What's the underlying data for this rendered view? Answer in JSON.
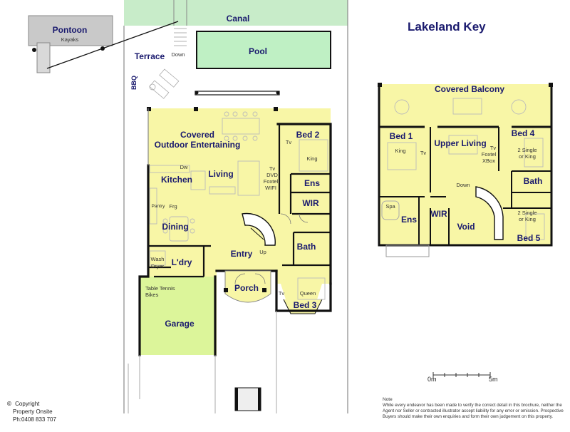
{
  "title": "Lakeland Key",
  "ground": {
    "canal": "Canal",
    "pontoon": "Pontoon",
    "kayaks": "Kayaks",
    "pool": "Pool",
    "terrace": "Terrace",
    "down": "Down",
    "bbq": "BBQ",
    "covered_outdoor": [
      "Covered",
      "Outdoor Entertaining"
    ],
    "bed2": "Bed 2",
    "bed2_tv": "Tv",
    "bed2_king": "King",
    "ens": "Ens",
    "wir": "WIR",
    "bath": "Bath",
    "kitchen": "Kitchen",
    "dw": "Dw",
    "living": "Living",
    "living_media": [
      "Tv",
      "DVD",
      "Foxtel",
      "WIFI"
    ],
    "pantry": "Pantry",
    "frg": "Frg",
    "dining": "Dining",
    "entry": "Entry",
    "up": "Up",
    "wash": "Wash",
    "dryer": "Dryer",
    "ldry": "L'dry",
    "porch": "Porch",
    "bed3": "Bed 3",
    "bed3_tv": "Tv",
    "queen": "Queen",
    "garage_notes": [
      "Table Tennis",
      "Bikes"
    ],
    "garage": "Garage"
  },
  "upper": {
    "covered_balcony": "Covered Balcony",
    "bed1": "Bed 1",
    "bed1_king": "King",
    "bed1_tv": "Tv",
    "upper_living": "Upper Living",
    "upper_media": [
      "Tv",
      "Foxtel",
      "XBox"
    ],
    "bed4": "Bed 4",
    "bed4_beds": [
      "2 Single",
      "or King"
    ],
    "bath": "Bath",
    "down": "Down",
    "spa": "Spa",
    "ens": "Ens",
    "wir": "WIR",
    "void": "Void",
    "bed5_beds": [
      "2 Single",
      "or King"
    ],
    "bed5": "Bed 5"
  },
  "scale": {
    "start": "0m",
    "end": "5m"
  },
  "copyright": {
    "symbol": "©",
    "line1": "Copyright",
    "line2": "Property Onsite",
    "line3": "Ph:0408 833 707"
  },
  "note": {
    "heading": "Note",
    "text": "While every endeavor has been made to verify the correct detail in this brochure, neither the Agent nor Seller or contracted illustrator accept liability for any error or omission. Prospective Buyers should make their own enquiries and form their own judgement on this property."
  },
  "colors": {
    "canal": "#c8ecc9",
    "pool": "#bff0c4",
    "room": "#f8f6a6",
    "garage": "#dcf59a",
    "pontoon": "#c9c9c9",
    "wall": "#111111",
    "label": "#1a1a6e"
  }
}
